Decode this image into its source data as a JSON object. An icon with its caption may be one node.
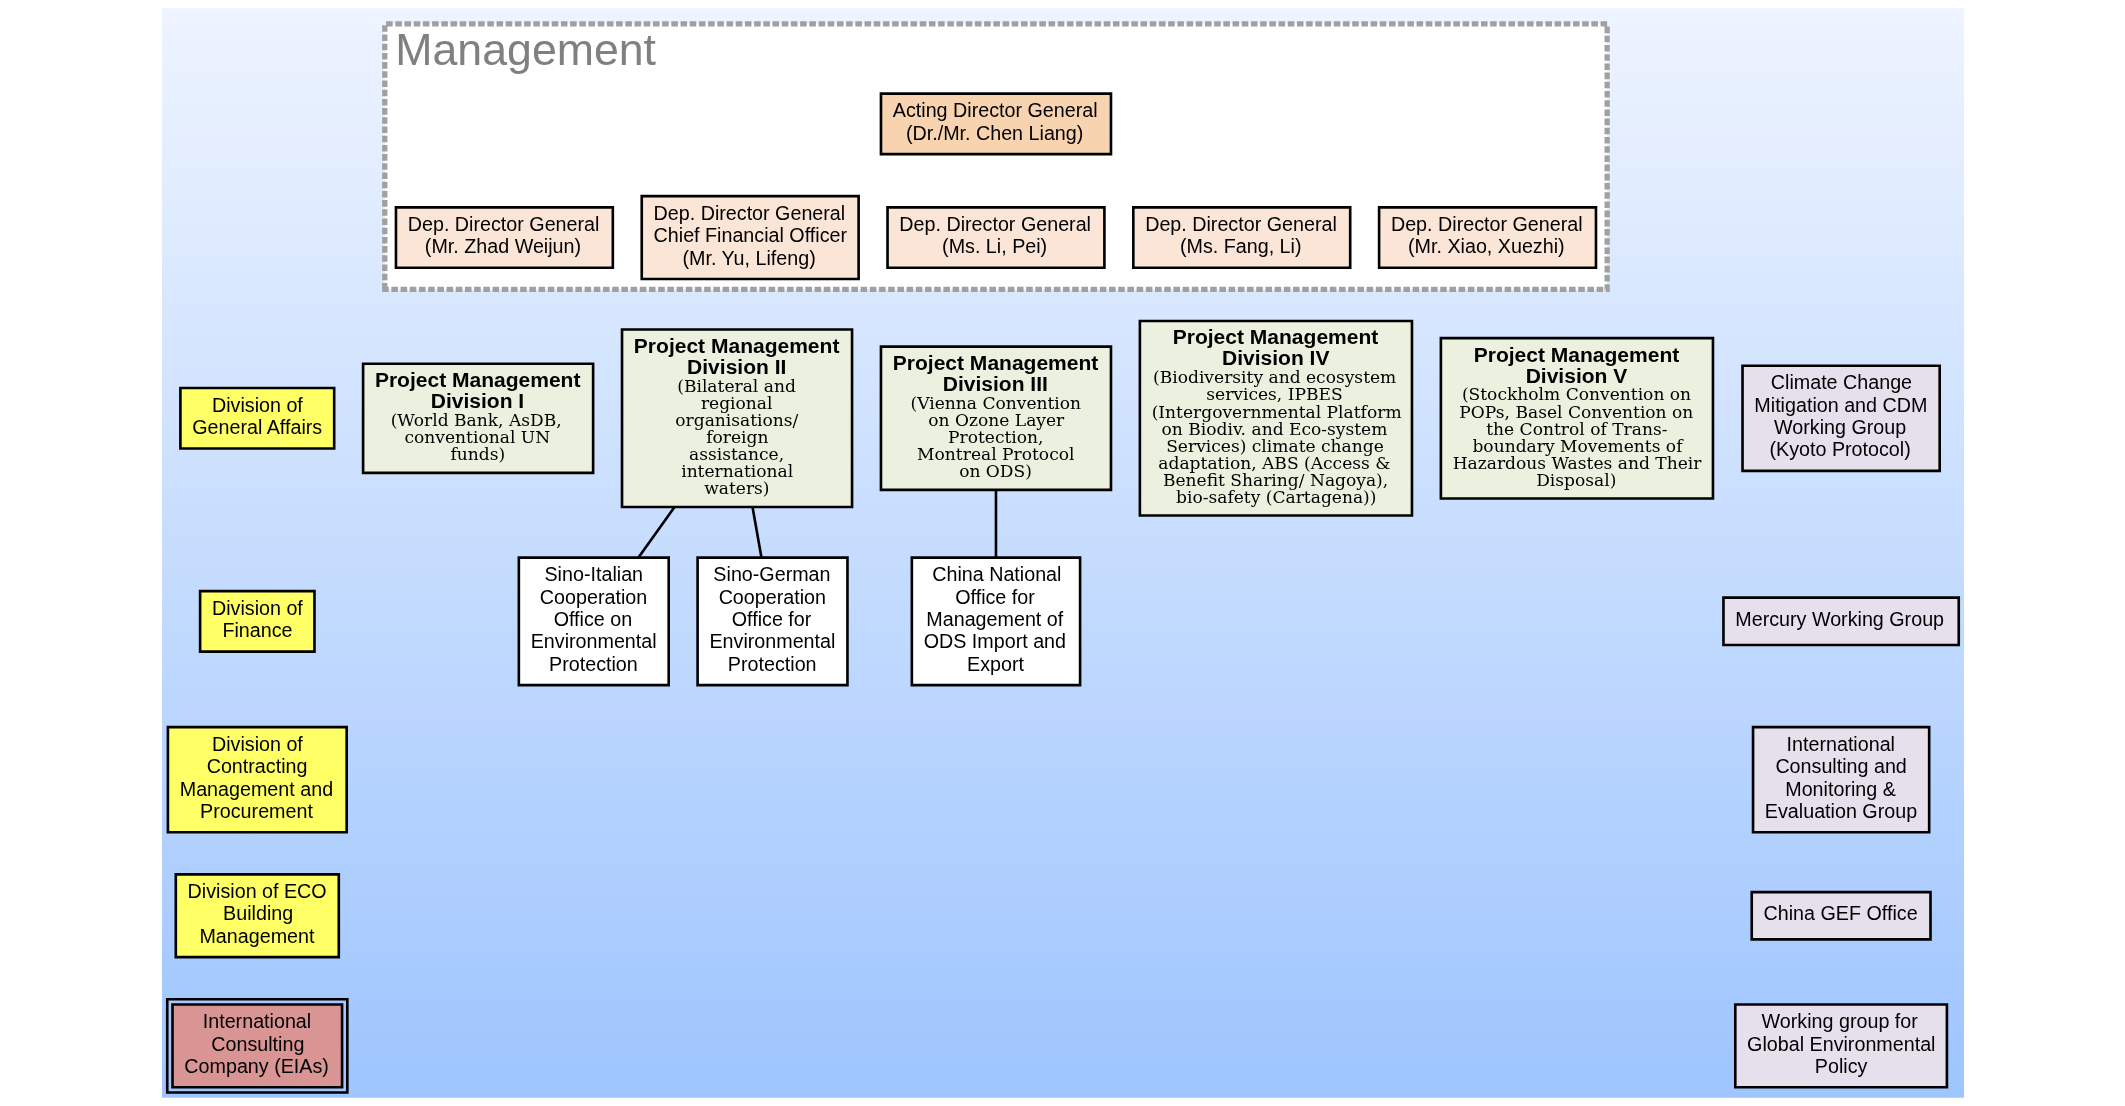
{
  "diagram": {
    "nodes": [
      {
        "text": [
          "Management"
        ]
      },
      {
        "text": [
          "Acting Director General (Dr./Mr. Chen Liang)"
        ],
        "in": 0
      },
      {
        "text": [
          "Dep. Director General (Mr. Zhad Weijun)"
        ],
        "in": 0
      },
      {
        "text": [
          "Dep. Director General Chief Financial Officer (Mr. Yu, Lifeng)"
        ],
        "in": 0
      },
      {
        "text": [
          "Dep. Director General (Ms. Li, Pei)"
        ],
        "in": 0
      },
      {
        "text": [
          "Dep. Director General (Ms. Fang, Li)"
        ],
        "in": 0
      },
      {
        "text": [
          "Dep. Director General (Mr. Xiao, Xuezhi)"
        ],
        "in": 0
      },
      {
        "text": [
          "Division of General Affairs"
        ]
      },
      {
        "text": [
          "Division of Finance"
        ]
      },
      {
        "text": [
          "Division of Contracting Management and Procurement"
        ]
      },
      {
        "text": [
          "Division of ECO Building Management"
        ]
      },
      {
        "text": [
          "International Consulting Company (EIAs)"
        ]
      },
      {
        "text": [
          "Project Management Division I",
          "(World Bank, AsDB, conventional UN funds)"
        ]
      },
      {
        "text": [
          "Project Management Division II",
          "(Bilateral and regional organisations/ foreign assistance, international waters)"
        ]
      },
      {
        "text": [
          "Project Management Division III",
          "(Vienna Convention on Ozone Layer Protection, Montreal Protocol on ODS)"
        ]
      },
      {
        "text": [
          "Project Management Division IV",
          "(Biodiversity and ecosystem services, IPBES (Intergovernmental Platform on Biodiv. and Eco-system Services) climate change adaptation, ABS (Access & Benefit Sharing/ Nagoya), bio-safety (Cartagena))"
        ]
      },
      {
        "text": [
          "Project Management Division V",
          "(Stockholm Convention on POPs, Basel Convention on the Control of Trans-boundary Movements of Hazardous Wastes and Their Disposal)"
        ]
      },
      {
        "text": [
          "Climate Change Mitigation and CDM Working Group",
          "(Kyoto Protocol)"
        ]
      },
      {
        "text": [
          "Mercury Working Group"
        ]
      },
      {
        "text": [
          "International Consulting and Monitoring & Evaluation Group"
        ]
      },
      {
        "text": [
          "China GEF Office"
        ]
      },
      {
        "text": [
          "Working group for Global Environmental Policy"
        ]
      },
      {
        "text": [
          "Sino-Italian Cooperation Office on Environmental Protection"
        ]
      },
      {
        "text": [
          "Sino-German Cooperation Office for Environmental Protection"
        ]
      },
      {
        "text": [
          "China National Office for Management of ODS Import and Export"
        ]
      }
    ],
    "edges": [
      {
        "from": 13,
        "to": 22,
        "arrow": "none"
      },
      {
        "from": 13,
        "to": 23,
        "arrow": "none"
      },
      {
        "from": 14,
        "to": 24,
        "arrow": "none"
      }
    ]
  }
}
